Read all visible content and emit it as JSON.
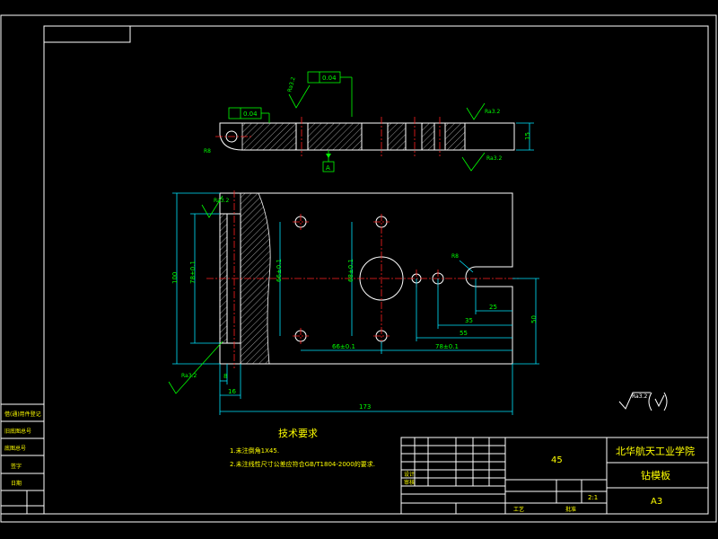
{
  "tech": {
    "heading": "技术要求",
    "item1": "1.未注倒角1X45.",
    "item2": "2.未注线性尺寸公差应符合GB/T1804-2000的要求."
  },
  "dims": {
    "d173": "173",
    "d100": "100",
    "d55": "55",
    "d25": "25",
    "d50": "50",
    "d15": "15",
    "d16": "16",
    "d8": "8",
    "d35": "35",
    "d66": "66±0.1",
    "d68": "68±0.1",
    "d78": "78±0.1",
    "r8": "R8",
    "ra12": "Ra3.2",
    "flat": "0.04",
    "datum": "A",
    "rough_symbol": "Ra3.2"
  },
  "title_block": {
    "material": "45",
    "school": "北华航天工业学院",
    "part_name": "钻模板",
    "sheet_size": "A3",
    "scale": "2:1",
    "design": "设计",
    "check": "审核",
    "approve": "批准",
    "process": "工艺"
  },
  "side_strip": {
    "s1": "借(通)用件登记",
    "s2": "旧底图总号",
    "s3": "底图总号",
    "s4": "签字",
    "s5": "日期"
  }
}
